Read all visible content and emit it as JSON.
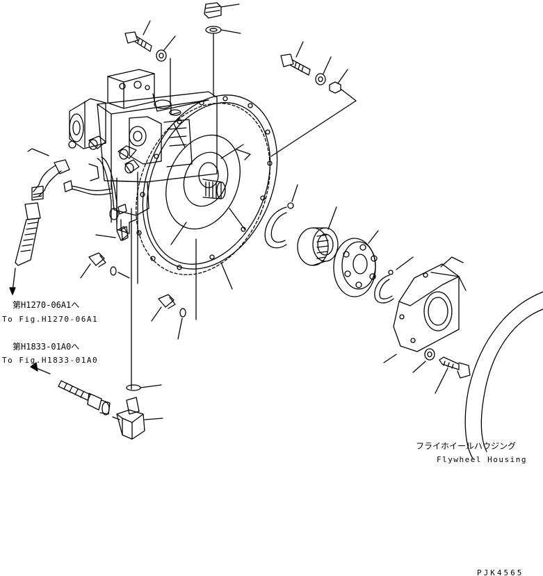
{
  "references": {
    "fig1_jp": "第H1270-06A1へ",
    "fig1_en": "To Fig.H1270-06A1",
    "fig2_jp": "第H1833-01A0へ",
    "fig2_en": "To Fig.H1833-01A0"
  },
  "flywheel_housing": {
    "jp": "フライホイールハウジング",
    "en": "Flywheel Housing"
  },
  "drawing_code": "PJK4565",
  "colors": {
    "line": "#000000",
    "background": "#ffffff"
  }
}
